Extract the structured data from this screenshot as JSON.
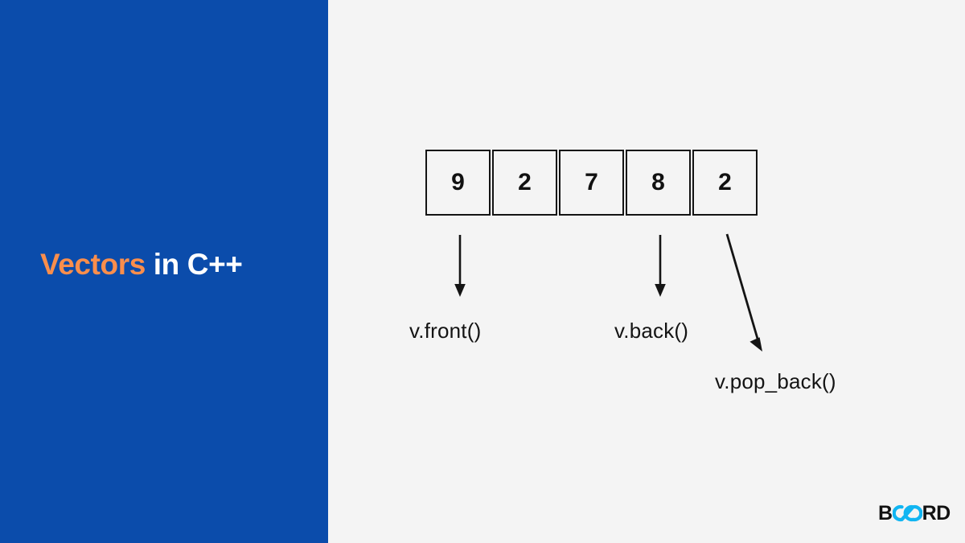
{
  "slide": {
    "background_color": "#f4f4f4",
    "panel_color": "#0b4cab",
    "accent_color": "#fa8e4c",
    "ink_color": "#141414",
    "title": {
      "accent_text": "Vectors",
      "plain_text": " in C++",
      "full_text": "Vectors in C++"
    }
  },
  "vector": {
    "name": "v",
    "cells": [
      {
        "index": 0,
        "value": "9"
      },
      {
        "index": 1,
        "value": "2"
      },
      {
        "index": 2,
        "value": "7"
      },
      {
        "index": 3,
        "value": "8"
      },
      {
        "index": 4,
        "value": "2"
      }
    ]
  },
  "annotations": [
    {
      "id": "front",
      "label": "v.front()",
      "points_to_index": 0,
      "arrow": "straight-down",
      "icon": "arrow-down-icon"
    },
    {
      "id": "back",
      "label": "v.back()",
      "points_to_index": 3,
      "arrow": "straight-down",
      "icon": "arrow-down-icon"
    },
    {
      "id": "pop_back",
      "label": "v.pop_back()",
      "points_to_index": 4,
      "arrow": "diagonal-down-right",
      "icon": "arrow-diagonal-icon"
    }
  ],
  "logo": {
    "lead_text": "B",
    "mark": "infinity-mark",
    "trail_text": "RD",
    "full_text": "BOARD",
    "mark_color": "#11b5f2",
    "text_color": "#111111"
  }
}
